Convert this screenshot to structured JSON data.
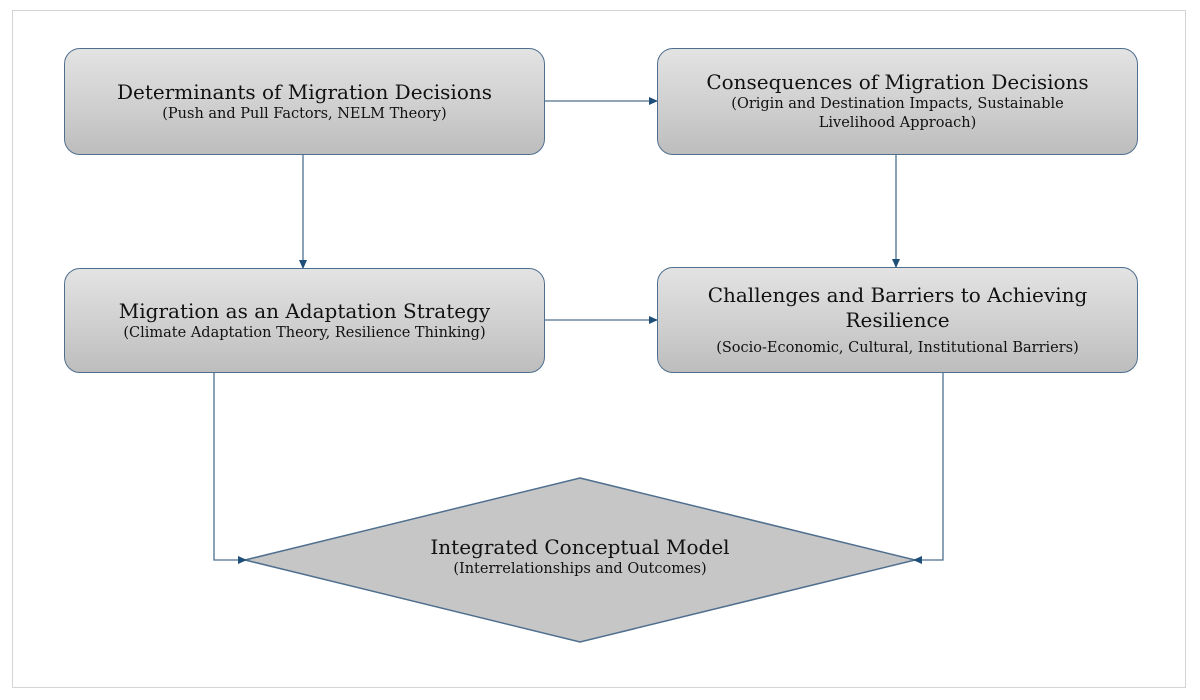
{
  "nodes": {
    "determinants": {
      "title": "Determinants of Migration Decisions",
      "subtitle": "(Push and Pull Factors, NELM Theory)"
    },
    "consequences": {
      "title": "Consequences of Migration Decisions",
      "subtitle": "(Origin and Destination Impacts, Sustainable Livelihood Approach)"
    },
    "adaptation": {
      "title": "Migration as an Adaptation Strategy",
      "subtitle": "(Climate Adaptation Theory, Resilience Thinking)"
    },
    "challenges": {
      "title": "Challenges and Barriers to Achieving Resilience",
      "subtitle": "(Socio-Economic, Cultural, Institutional Barriers)"
    },
    "model": {
      "title": "Integrated Conceptual Model",
      "subtitle": "(Interrelationships and Outcomes)"
    }
  },
  "edges": [
    {
      "from": "determinants",
      "to": "consequences"
    },
    {
      "from": "determinants",
      "to": "adaptation"
    },
    {
      "from": "consequences",
      "to": "challenges"
    },
    {
      "from": "adaptation",
      "to": "challenges"
    },
    {
      "from": "adaptation",
      "to": "model"
    },
    {
      "from": "challenges",
      "to": "model"
    }
  ],
  "colors": {
    "box_border": "#4f6f8f",
    "box_fill_top": "#e3e3e3",
    "box_fill_bottom": "#bdbdbd",
    "diamond_fill": "#c6c6c6",
    "connector": "#4f6f8f",
    "arrowhead": "#1f4e79"
  }
}
